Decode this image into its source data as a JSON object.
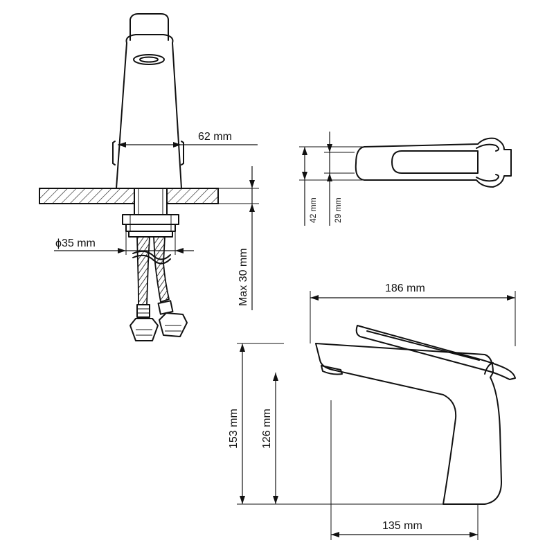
{
  "dimensions": {
    "spout_width": "62 mm",
    "connector_diameter": "ϕ35 mm",
    "max_deck_thickness": "Max 30 mm",
    "handle_height": "42 mm",
    "handle_inner": "29 mm",
    "total_length": "186 mm",
    "total_height": "153 mm",
    "spout_height": "126 mm",
    "spout_reach": "135 mm"
  },
  "colors": {
    "line": "#111111",
    "background": "#ffffff"
  }
}
